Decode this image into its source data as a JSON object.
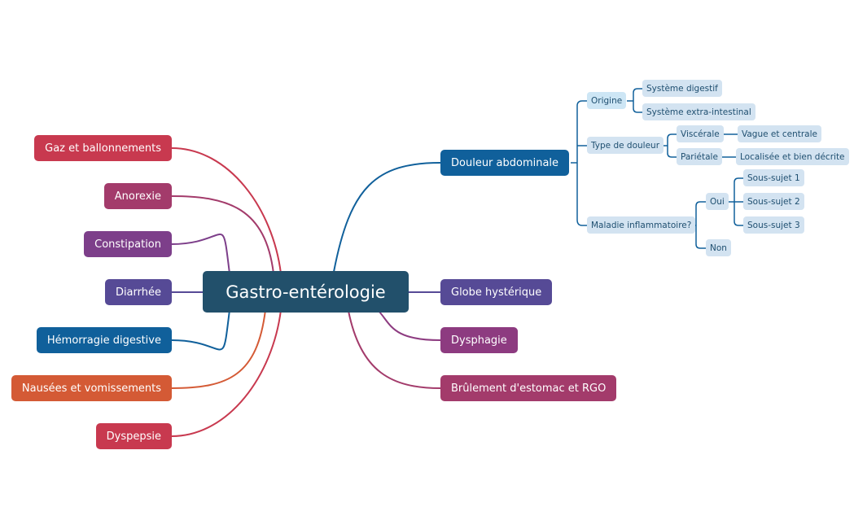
{
  "mindmap": {
    "central": "Gastro-entérologie",
    "left": [
      {
        "label": "Gaz et ballonnements",
        "color": "#c8394f"
      },
      {
        "label": "Anorexie",
        "color": "#a33b6b"
      },
      {
        "label": "Constipation",
        "color": "#7d3f8a"
      },
      {
        "label": "Diarrhée",
        "color": "#564a96"
      },
      {
        "label": "Hémorragie digestive",
        "color": "#10609b"
      },
      {
        "label": "Nausées et vomissements",
        "color": "#d45a35"
      },
      {
        "label": "Dyspepsie",
        "color": "#c8394f"
      }
    ],
    "right": [
      {
        "label": "Douleur abdominale",
        "color": "#10609b"
      },
      {
        "label": "Globe hystérique",
        "color": "#564a96"
      },
      {
        "label": "Dysphagie",
        "color": "#8d3b80"
      },
      {
        "label": "Brûlement d'estomac et RGO",
        "color": "#a33b6b"
      }
    ],
    "douleur": {
      "origine": "Origine",
      "systeme_digestif": "Système digestif",
      "systeme_extra": "Système extra-intestinal",
      "type": "Type de douleur",
      "viscerale": "Viscérale",
      "vague": "Vague et centrale",
      "parietale": "Pariétale",
      "localisee": "Localisée et bien décrite",
      "maladie": "Maladie inflammatoire?",
      "oui": "Oui",
      "sous1": "Sous-sujet 1",
      "sous2": "Sous-sujet 2",
      "sous3": "Sous-sujet 3",
      "non": "Non"
    },
    "connector_color": "#10609b"
  }
}
